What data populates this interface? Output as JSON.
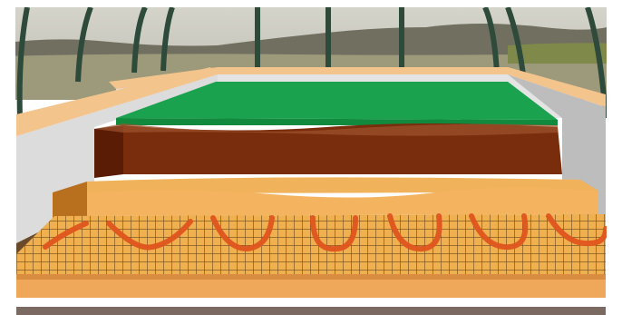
{
  "scene": {
    "subject": "greenhouse-soil-heating-cross-section",
    "layers": [
      "grass",
      "topsoil",
      "sand",
      "heating-cable-mesh",
      "base-sand",
      "base-gravel"
    ],
    "colors": {
      "sky": "#c9c9c0",
      "hills": "#6f6e5e",
      "field": "#9c9a7a",
      "greenhouse_frame": "#2e4a3b",
      "wall": "#dcdcdc",
      "wall_shadow": "#bdbdbd",
      "rim": "#f3c48c",
      "grass": "#1aa24e",
      "grass_edge": "#128a3e",
      "topsoil": "#7a2d0c",
      "topsoil_dark": "#5a1c05",
      "topsoil_edge": "#a0522d",
      "sand": "#f4b35f",
      "sand_dark": "#c07a2a",
      "mesh_bg": "#f0b04f",
      "mesh_line": "#6b4a1b",
      "cable": "#e0551e",
      "base_sand": "#efa85a",
      "base_gravel": "#7a6a62"
    }
  }
}
